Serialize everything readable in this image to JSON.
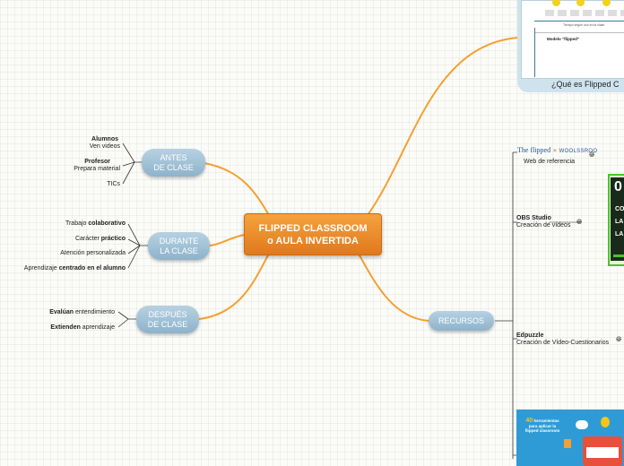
{
  "center": {
    "line1": "FLIPPED CLASSROOM",
    "line2": "o AULA INVERTIDA"
  },
  "antes": {
    "line1": "ANTES",
    "line2": "DE CLASE",
    "items": [
      {
        "bold": "Alumnos",
        "normal": "Ven videos"
      },
      {
        "bold": "Profesor",
        "normal": "Prepara material"
      },
      {
        "normal": "TICs"
      }
    ]
  },
  "durante": {
    "line1": "DURANTE",
    "line2": "LA CLASE",
    "items": [
      {
        "pre": "Trabajo ",
        "bold": "colaborativo"
      },
      {
        "pre": "Carácter ",
        "bold": "práctico"
      },
      {
        "pre": "Atención personalizada"
      },
      {
        "pre": "Aprendizaje ",
        "bold": "centrado en el alumno"
      }
    ]
  },
  "despues": {
    "line1": "DESPUÉS",
    "line2": "DE CLASE",
    "items": [
      {
        "bold": "Evalúan",
        "post": " entendimiento"
      },
      {
        "bold": "Extienden",
        "post": " aprendizaje"
      }
    ]
  },
  "recursos": {
    "label": "RECURSOS",
    "items": [
      {
        "logo_a": "The flipped",
        "logo_b": "WOOLSSROO",
        "desc": "Web de referencia"
      },
      {
        "title": "OBS Studio",
        "desc": "Creación de vídeos"
      },
      {
        "title": "Edpuzzle",
        "desc": "Creación de Vídeo-Cuestionarios"
      }
    ]
  },
  "que_es": {
    "caption": "¿Qué es Flipped C",
    "modelo": "Modelo \"flipped\"",
    "tiempo": "Tiempo según uso en la clase"
  },
  "poster": {
    "num": "40",
    "title_a": "herramientas",
    "title_b": "para aplicar la",
    "title_c": "flipped classroom"
  },
  "green_card": {
    "big": "0",
    "l1": "CO",
    "l2": "LA",
    "l3": "LA"
  },
  "icons": {
    "link": "globe-icon"
  },
  "colors": {
    "branch": "#f5a030",
    "node": "#9cbfd4",
    "center": "#e8861f"
  }
}
